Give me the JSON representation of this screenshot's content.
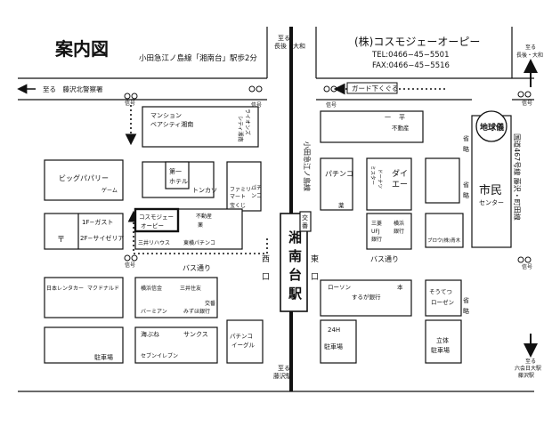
{
  "title": "案内図",
  "access": "小田急江ノ島線「湘南台」駅歩2分",
  "company": {
    "name": "(株)コスモジェーオーピー",
    "tel": "TEL:0466−45−5501",
    "fax": "FAX:0466−45−5516"
  },
  "directions": {
    "top_center": [
      "至る",
      "長後・大和"
    ],
    "top_right": [
      "至る",
      "長後・大和"
    ],
    "bottom_center": [
      "至る",
      "藤沢駅"
    ],
    "bottom_right": [
      "至る",
      "六会日大駅",
      "藤沢駅"
    ],
    "left": "至る　藤沢北警察署"
  },
  "signal": "信号",
  "guard_label": "ガード下くぐる",
  "railway": "小田急江ノ島線",
  "station": {
    "name": [
      "湘",
      "南",
      "台",
      "駅"
    ],
    "west": [
      "西",
      "口"
    ],
    "east": [
      "東",
      "口"
    ],
    "koban": [
      "交",
      "番"
    ]
  },
  "roads": {
    "bus_left": "バス通り",
    "bus_right": "バス通り",
    "route467": "国道467号線 藤沢・町田線",
    "shoryaku": [
      "省",
      "略"
    ]
  },
  "landmarks": {
    "mansion": [
      "マンション",
      "ベアシティ湘南"
    ],
    "lions": [
      "ライオンズ",
      "シティ湘南"
    ],
    "bigguparii": "ビッグパパリー",
    "game": "ゲーム",
    "daiichi_hotel": [
      "第一",
      "ホテル"
    ],
    "tonkatsu": "トンカツ",
    "familymart": [
      "ファミリー",
      "マート"
    ],
    "takarakuji": "宝くじ",
    "pachinko_small": [
      "パチ",
      "ンコ"
    ],
    "pachinko1": "パチンコ",
    "kusuri": "薬",
    "ichihei": [
      "一",
      "平"
    ],
    "ichihei_fudosan": "不動産",
    "mister_donut": [
      "ミスター",
      "ドーナツ"
    ],
    "daie": [
      "ダイ",
      "エー"
    ],
    "gusto": "1F−ガスト",
    "saizeriya": "2F−サイゼリア",
    "post": "〒",
    "cosmo_here": [
      "コスモジェー",
      "オーピー"
    ],
    "fudosan_kusuri": [
      "不動産",
      "薬"
    ],
    "mitsui_home": "三井リハウス",
    "tohbu_pachinko": "東横パチンコ",
    "sanwa_ufj": [
      "三菱",
      "UFJ",
      "銀行"
    ],
    "yokohama_bank": [
      "横浜",
      "銀行"
    ],
    "brooms": "ブロウ(株)青木",
    "nihon_rentacar": "日本レンタカー",
    "mcdonalds": "マクドナルド",
    "yokohama_shinkin": "横浜信金",
    "mitsui_sumitomo": "三井住友",
    "kouban2": "交番",
    "bamiyan": "バーミアン",
    "mizuho": "みずほ銀行",
    "lawson": "ローソン",
    "honya": "本",
    "suruga": "するが銀行",
    "sotetsu_rosen": [
      "そうてつ",
      "ローゼン"
    ],
    "parking1": "駐車場",
    "umibune": "海ぶね",
    "sunkus": "サンクス",
    "seven": "セブンイレブン",
    "pachinko_eagle": [
      "パチンコ",
      "イーグル"
    ],
    "24h": "24H",
    "parking2": "駐車場",
    "rittai_parking": [
      "立体",
      "駐車場"
    ],
    "chikyugi": "地球儀",
    "shimin": "市民",
    "center": "センター"
  }
}
